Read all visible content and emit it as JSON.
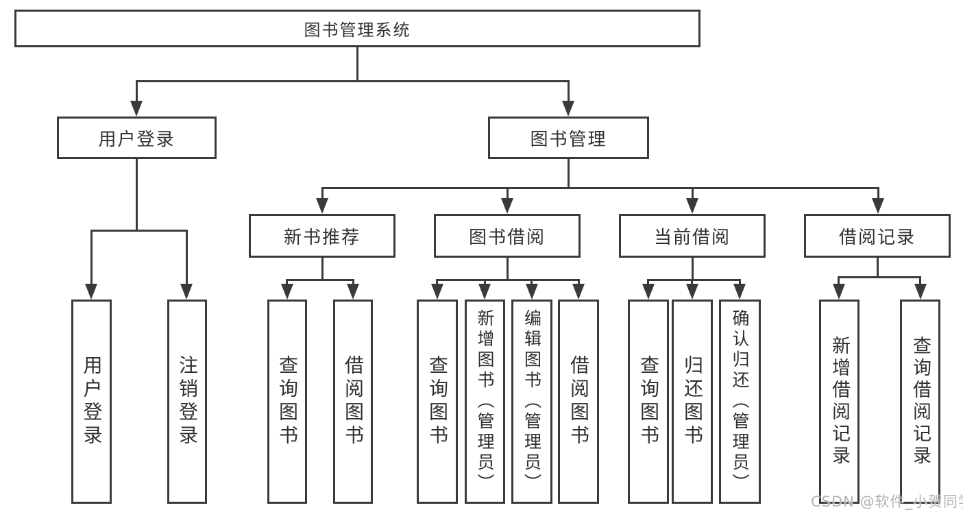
{
  "diagram": {
    "title": "图书管理系统",
    "nodes": {
      "root": "图书管理系统",
      "level2": [
        "用户登录",
        "图书管理"
      ],
      "level3": [
        "新书推荐",
        "图书借阅",
        "当前借阅",
        "借阅记录"
      ],
      "leaves": [
        "用户登录",
        "注销登录",
        "查询图书",
        "借阅图书",
        "查询图书",
        "新增图书（管理员）",
        "编辑图书（管理员）",
        "借阅图书",
        "查询图书",
        "归还图书",
        "确认归还（管理员）",
        "新增借阅记录",
        "查询借阅记录"
      ]
    },
    "hierarchy": {
      "用户登录": [
        "用户登录",
        "注销登录"
      ],
      "图书管理": [
        "新书推荐",
        "图书借阅",
        "当前借阅",
        "借阅记录"
      ],
      "新书推荐": [
        "查询图书",
        "借阅图书"
      ],
      "图书借阅": [
        "查询图书",
        "新增图书（管理员）",
        "编辑图书（管理员）",
        "借阅图书"
      ],
      "当前借阅": [
        "查询图书",
        "归还图书",
        "确认归还（管理员）"
      ],
      "借阅记录": [
        "新增借阅记录",
        "查询借阅记录"
      ]
    }
  },
  "watermark": {
    "text": "CSDN @软件_小贺同学"
  },
  "colors": {
    "line": "#3a3a3a",
    "text": "#2f2f2f",
    "box_background": "#ffffff",
    "page_background": "#ffffff",
    "watermark": "#b3b3b3"
  }
}
